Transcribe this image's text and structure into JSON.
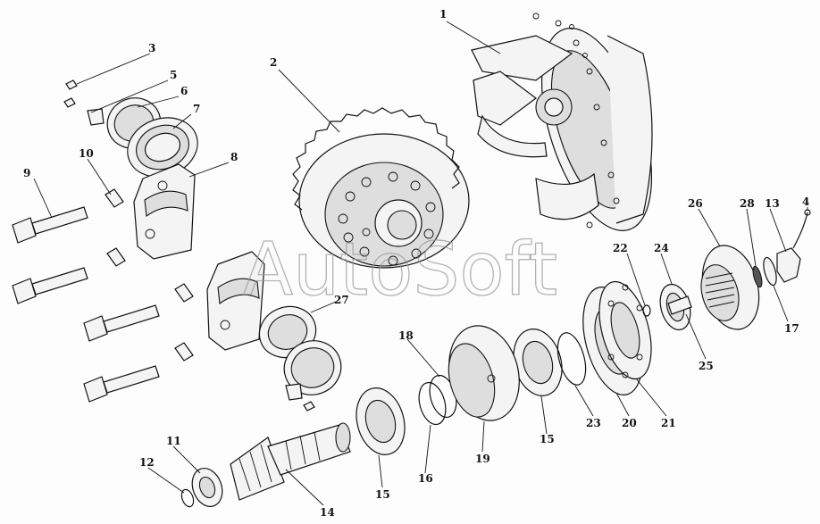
{
  "watermark": "AutoSoft",
  "callouts": [
    {
      "id": "c1",
      "number": "1"
    },
    {
      "id": "c2",
      "number": "2"
    },
    {
      "id": "c3",
      "number": "3"
    },
    {
      "id": "c4",
      "number": "4"
    },
    {
      "id": "c5",
      "number": "5"
    },
    {
      "id": "c6",
      "number": "6"
    },
    {
      "id": "c7",
      "number": "7"
    },
    {
      "id": "c8",
      "number": "8"
    },
    {
      "id": "c9",
      "number": "9"
    },
    {
      "id": "c10",
      "number": "10"
    },
    {
      "id": "c11",
      "number": "11"
    },
    {
      "id": "c12",
      "number": "12"
    },
    {
      "id": "c13",
      "number": "13"
    },
    {
      "id": "c14",
      "number": "14"
    },
    {
      "id": "c15a",
      "number": "15"
    },
    {
      "id": "c15b",
      "number": "15"
    },
    {
      "id": "c16",
      "number": "16"
    },
    {
      "id": "c17",
      "number": "17"
    },
    {
      "id": "c18",
      "number": "18"
    },
    {
      "id": "c19",
      "number": "19"
    },
    {
      "id": "c20",
      "number": "20"
    },
    {
      "id": "c21",
      "number": "21"
    },
    {
      "id": "c22",
      "number": "22"
    },
    {
      "id": "c23",
      "number": "23"
    },
    {
      "id": "c24",
      "number": "24"
    },
    {
      "id": "c25",
      "number": "25"
    },
    {
      "id": "c26",
      "number": "26"
    },
    {
      "id": "c27",
      "number": "27"
    },
    {
      "id": "c28",
      "number": "28"
    }
  ]
}
